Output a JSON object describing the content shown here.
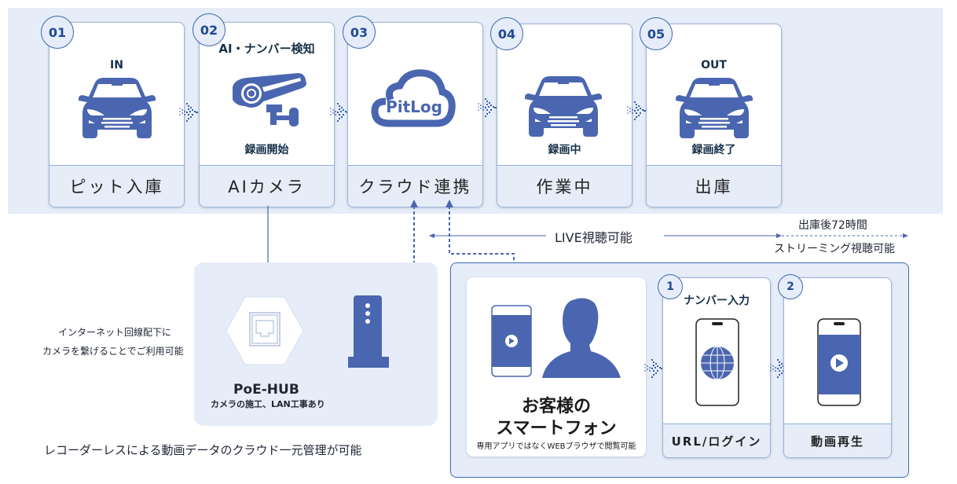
{
  "colors": {
    "accent": "#4a66b0",
    "band": "#e6edf8",
    "badge_text": "#1f4a99"
  },
  "steps": [
    {
      "number": "01",
      "top_label": "IN",
      "bottom_caption": "",
      "footer": "ピット入庫",
      "icon": "car-icon"
    },
    {
      "number": "02",
      "top_label": "AI・ナンバー検知",
      "bottom_caption": "録画開始",
      "footer": "AIカメラ",
      "icon": "security-camera-icon"
    },
    {
      "number": "03",
      "top_label": "",
      "bottom_caption": "",
      "footer": "クラウド連携",
      "icon": "cloud-icon",
      "cloud_text": "PitLog"
    },
    {
      "number": "04",
      "top_label": "",
      "bottom_caption": "録画中",
      "footer": "作業中",
      "icon": "car-icon"
    },
    {
      "number": "05",
      "top_label": "OUT",
      "bottom_caption": "録画終了",
      "footer": "出庫",
      "icon": "car-icon"
    }
  ],
  "live": {
    "label": "LIVE視聴可能",
    "after_top": "出庫後72時間",
    "after_bottom": "ストリーミング視聴可能"
  },
  "hub": {
    "title": "PoE-HUB",
    "subtitle": "カメラの施工、LAN工事あり",
    "note_line1": "インターネット回線配下に",
    "note_line2": "カメラを繋げることでご利用可能"
  },
  "footer_note": "レコーダーレスによる動画データのクラウド一元管理が可能",
  "customer": {
    "title_line1": "お客様の",
    "title_line2": "スマートフォン",
    "subtitle": "専用アプリではなくWEBブラウザで閲覧可能"
  },
  "phone_steps": [
    {
      "number": "1",
      "top_label": "ナンバー入力",
      "footer": "URL/ログイン"
    },
    {
      "number": "2",
      "top_label": "",
      "footer": "動画再生"
    }
  ]
}
